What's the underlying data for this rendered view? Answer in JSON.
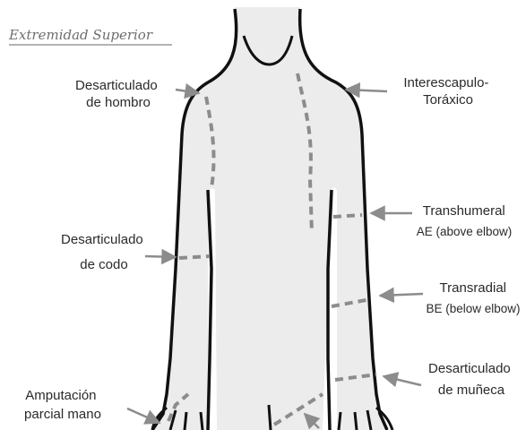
{
  "title": "Extremidad Superior",
  "labels": {
    "shoulder": [
      "Desarticulado",
      "de hombro"
    ],
    "interscapular": [
      "Interescapulo-",
      "Toráxico"
    ],
    "transhumeral": [
      "Transhumeral",
      "AE (above elbow)"
    ],
    "elbow": [
      "Desarticulado",
      "de codo"
    ],
    "transradial": [
      "Transradial",
      "BE (below elbow)"
    ],
    "wrist": [
      "Desarticulado",
      "de muñeca"
    ],
    "partial_hand": [
      "Amputación",
      "parcial mano"
    ]
  },
  "colors": {
    "body_fill": "#ececec",
    "outline": "#111111",
    "cut_line": "#8c8c8c",
    "arrow": "#8c8c8c",
    "text": "#2a2a2a",
    "title": "#6e6e6e"
  }
}
